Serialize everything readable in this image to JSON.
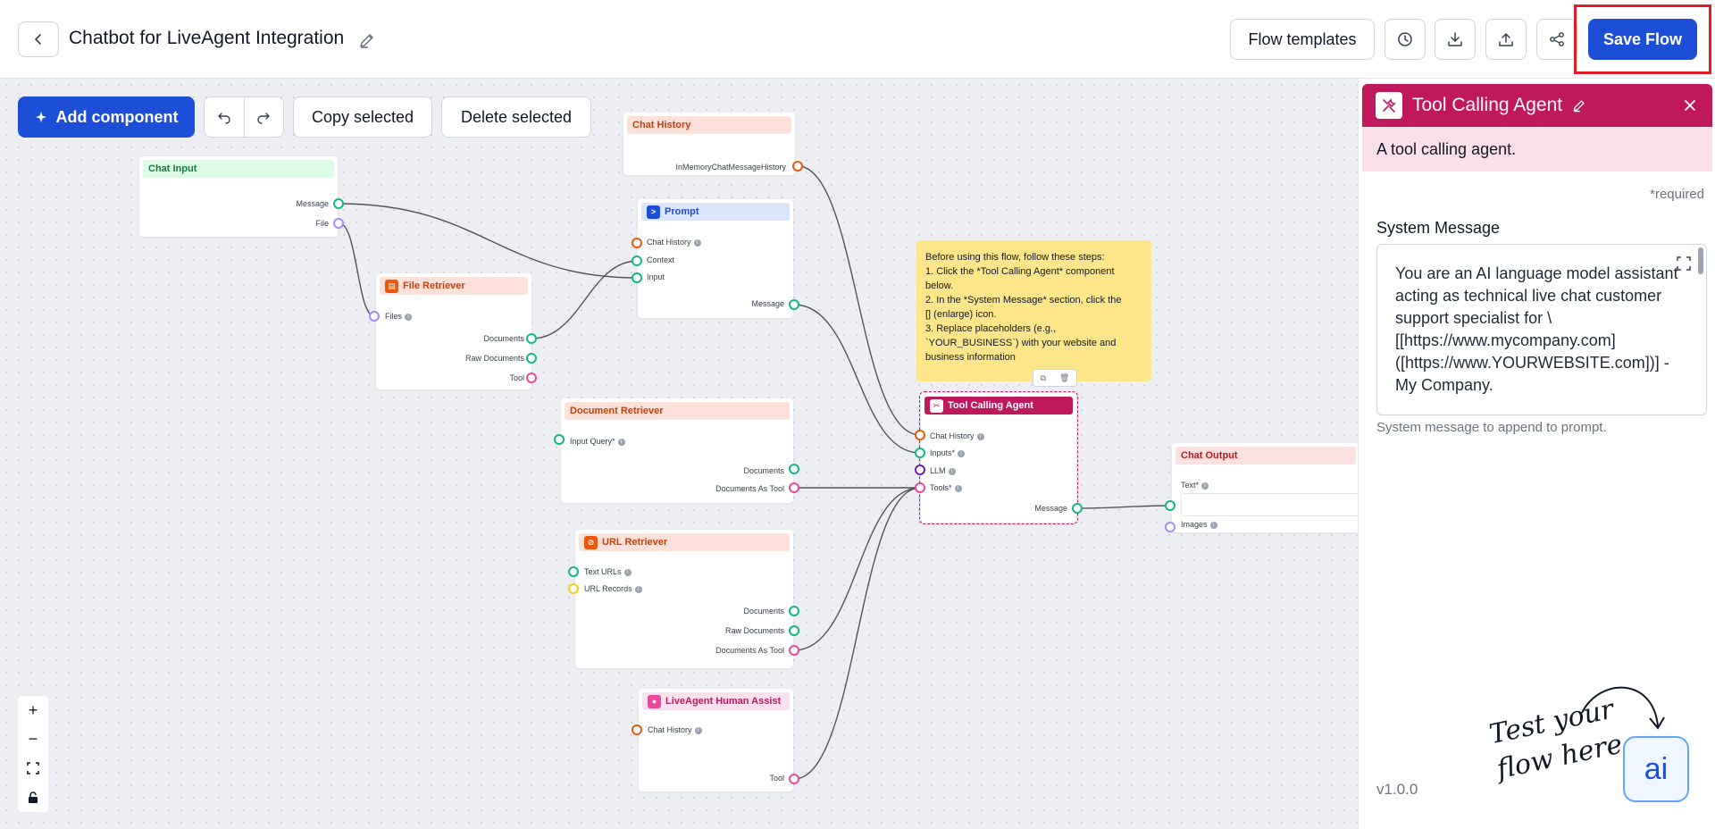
{
  "header": {
    "title": "Chatbot for LiveAgent Integration",
    "templates_label": "Flow templates",
    "save_label": "Save Flow"
  },
  "toolbar": {
    "add_label": "Add component",
    "copy_label": "Copy selected",
    "delete_label": "Delete selected"
  },
  "nodes": {
    "chat_input": {
      "title": "Chat Input",
      "out": [
        "Message",
        "File"
      ]
    },
    "file_retriever": {
      "title": "File Retriever",
      "in": [
        "Files"
      ],
      "out": [
        "Documents",
        "Raw Documents",
        "Tool"
      ]
    },
    "chat_history": {
      "title": "Chat History",
      "out": [
        "InMemoryChatMessageHistory"
      ]
    },
    "prompt": {
      "title": "Prompt",
      "in": [
        "Chat History",
        "Context",
        "Input"
      ],
      "out": [
        "Message"
      ]
    },
    "doc_retriever": {
      "title": "Document Retriever",
      "in": [
        "Input Query*"
      ],
      "out": [
        "Documents",
        "Documents As Tool"
      ]
    },
    "url_retriever": {
      "title": "URL Retriever",
      "in": [
        "Text URLs",
        "URL Records"
      ],
      "out": [
        "Documents",
        "Raw Documents",
        "Documents As Tool"
      ]
    },
    "liveagent": {
      "title": "LiveAgent Human Assist",
      "in": [
        "Chat History"
      ],
      "out": [
        "Tool"
      ]
    },
    "tool_agent": {
      "title": "Tool Calling Agent",
      "in": [
        "Chat History",
        "Inputs*",
        "LLM",
        "Tools*"
      ],
      "out": [
        "Message"
      ]
    },
    "chat_output": {
      "title": "Chat Output",
      "in": [
        "Text*",
        "Images"
      ]
    }
  },
  "note": {
    "lines": [
      "Before using this flow, follow these steps:",
      "1. Click the *Tool Calling Agent* component",
      "below.",
      "2. In the *System Message* section, click the",
      "[] (enlarge) icon.",
      "3. Replace placeholders (e.g.,",
      "`YOUR_BUSINESS`) with your website and",
      "business information"
    ]
  },
  "panel": {
    "title": "Tool Calling Agent",
    "description": "A tool calling agent.",
    "required_note": "*required",
    "field_label": "System Message",
    "system_message": "You are an AI language model assistant acting as technical live chat customer support specialist for \\[[https://www.mycompany.com] ([https://www.YOURWEBSITE.com])] - My Company.",
    "field_help": "System message to append to prompt.",
    "version": "v1.0.0",
    "test_line1": "Test your",
    "test_line2": "flow here",
    "ai_label": "ai"
  },
  "colors": {
    "accent": "#1d4ed8",
    "agent": "#c0185c",
    "highlight": "#e11d2a",
    "note": "#fde68a"
  }
}
